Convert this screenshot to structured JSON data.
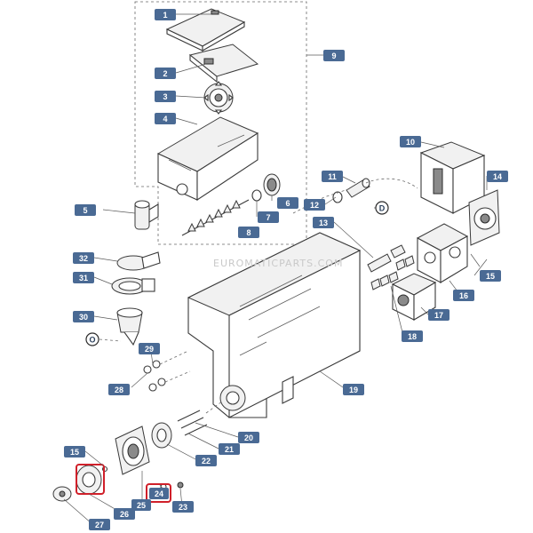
{
  "watermark": "EUROMATICPARTS.COM",
  "accent": "#4a6a94",
  "highlight": "#d0202a",
  "labels": [
    {
      "id": "1",
      "text": "1"
    },
    {
      "id": "2",
      "text": "2"
    },
    {
      "id": "3",
      "text": "3"
    },
    {
      "id": "4",
      "text": "4"
    },
    {
      "id": "5",
      "text": "5"
    },
    {
      "id": "6",
      "text": "6"
    },
    {
      "id": "7",
      "text": "7"
    },
    {
      "id": "8",
      "text": "8"
    },
    {
      "id": "9",
      "text": "9"
    },
    {
      "id": "10",
      "text": "10"
    },
    {
      "id": "11",
      "text": "11"
    },
    {
      "id": "12",
      "text": "12"
    },
    {
      "id": "13",
      "text": "13"
    },
    {
      "id": "14",
      "text": "14"
    },
    {
      "id": "15a",
      "text": "15"
    },
    {
      "id": "16",
      "text": "16"
    },
    {
      "id": "17",
      "text": "17"
    },
    {
      "id": "18",
      "text": "18"
    },
    {
      "id": "19",
      "text": "19"
    },
    {
      "id": "20",
      "text": "20"
    },
    {
      "id": "21",
      "text": "21"
    },
    {
      "id": "22",
      "text": "22"
    },
    {
      "id": "23",
      "text": "23"
    },
    {
      "id": "24",
      "text": "24"
    },
    {
      "id": "25",
      "text": "25"
    },
    {
      "id": "26",
      "text": "26"
    },
    {
      "id": "27",
      "text": "27"
    },
    {
      "id": "28",
      "text": "28"
    },
    {
      "id": "29",
      "text": "29"
    },
    {
      "id": "30",
      "text": "30"
    },
    {
      "id": "31",
      "text": "31"
    },
    {
      "id": "32",
      "text": "32"
    },
    {
      "id": "15b",
      "text": "15"
    }
  ],
  "refs": [
    {
      "id": "D",
      "text": "D"
    },
    {
      "id": "O",
      "text": "O"
    }
  ]
}
